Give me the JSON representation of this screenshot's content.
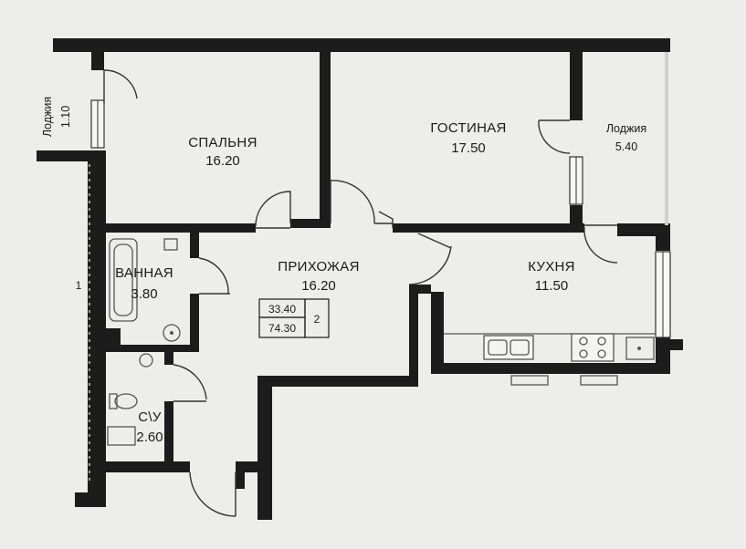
{
  "rooms": {
    "bedroom": {
      "name": "СПАЛЬНЯ",
      "area": "16.20"
    },
    "living": {
      "name": "ГОСТИНАЯ",
      "area": "17.50"
    },
    "loggia_right": {
      "name": "Лоджия",
      "area": "5.40"
    },
    "loggia_left": {
      "name": "Лоджия",
      "area": "1.10"
    },
    "bathroom": {
      "name": "ВАННАЯ",
      "area": "3.80"
    },
    "hall": {
      "name": "ПРИХОЖАЯ",
      "area": "16.20"
    },
    "kitchen": {
      "name": "КУХНЯ",
      "area": "11.50"
    },
    "wc": {
      "name": "С\\У",
      "area": "2.60"
    }
  },
  "summary": {
    "living_area": "33.40",
    "total_area": "74.30",
    "room_count": "2"
  },
  "marks": {
    "left_marker": "1"
  }
}
